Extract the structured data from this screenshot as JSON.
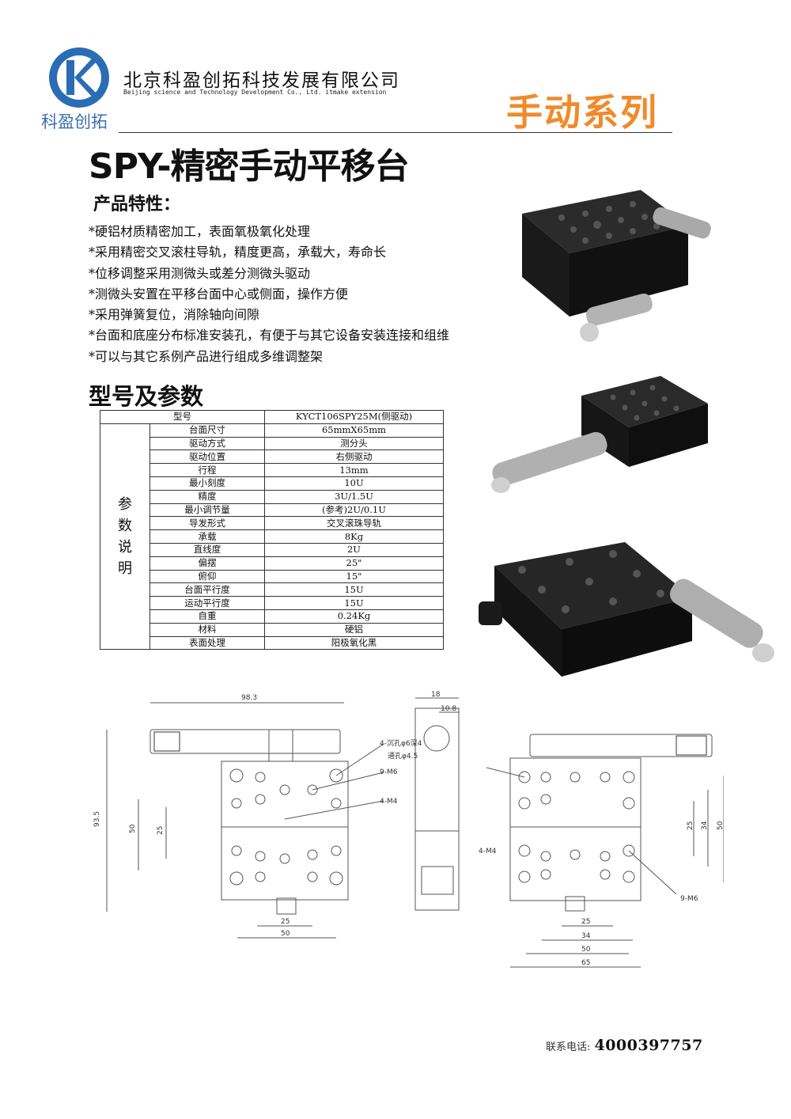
{
  "header": {
    "logo_text": "科盈创拓",
    "company_cn": "北京科盈创拓科技发展有限公司",
    "company_en": "Beijing science and Technology Development Co., Ltd. itmake extension",
    "series": "手动系列"
  },
  "title": "SPY-精密手动平移台",
  "features": {
    "heading": "产品特性：",
    "items": [
      "*硬铝材质精密加工，表面氧极氧化处理",
      "*采用精密交叉滚柱导轨，精度更高，承载大，寿命长",
      "*位移调整采用测微头或差分测微头驱动",
      "*测微头安置在平移台面中心或侧面，操作方便",
      "*采用弹簧复位，消除轴向间隙",
      "*台面和底座分布标准安装孔，有便于与其它设备安装连接和组维",
      "*可以与其它系例产品进行组成多维调整架"
    ]
  },
  "params": {
    "heading": "型号及参数",
    "model_label": "型号",
    "model_value": "KYCT106SPY25M(侧驱动)",
    "section_label": "参数说明",
    "rows": [
      {
        "name": "台面尺寸",
        "value": "65mmX65mm"
      },
      {
        "name": "驱动方式",
        "value": "测分头"
      },
      {
        "name": "驱动位置",
        "value": "右侧驱动"
      },
      {
        "name": "行程",
        "value": "13mm"
      },
      {
        "name": "最小刻度",
        "value": "10U"
      },
      {
        "name": "精度",
        "value": "3U/1.5U"
      },
      {
        "name": "最小调节量",
        "value": "(参考)2U/0.1U"
      },
      {
        "name": "导发形式",
        "value": "交叉滚珠导轨"
      },
      {
        "name": "承载",
        "value": "8Kg"
      },
      {
        "name": "直线度",
        "value": "2U"
      },
      {
        "name": "偏摆",
        "value": "25\""
      },
      {
        "name": "俯仰",
        "value": "15\""
      },
      {
        "name": "台面平行度",
        "value": "15U"
      },
      {
        "name": "运动平行度",
        "value": "15U"
      },
      {
        "name": "自重",
        "value": "0.24Kg"
      },
      {
        "name": "材料",
        "value": "硬铝"
      },
      {
        "name": "表面处理",
        "value": "阳极氧化黑"
      }
    ]
  },
  "drawing": {
    "dim_983": "98.3",
    "dim_935": "93.5",
    "dim_50": "50",
    "dim_25": "25",
    "dim_18": "18",
    "dim_108": "10.8",
    "dim_34": "34",
    "dim_65": "65",
    "note_counterbore": "4-沉孔φ6深4",
    "note_through": "通孔φ4.5",
    "note_9m6": "9-M6",
    "note_4m4": "4-M4"
  },
  "footer": {
    "phone_label": "联系电话:",
    "phone": "4000397757"
  },
  "colors": {
    "series_orange": "#f08a2a",
    "logo_blue": "#2a6db5",
    "logo_text_blue": "#3b6fb0"
  }
}
